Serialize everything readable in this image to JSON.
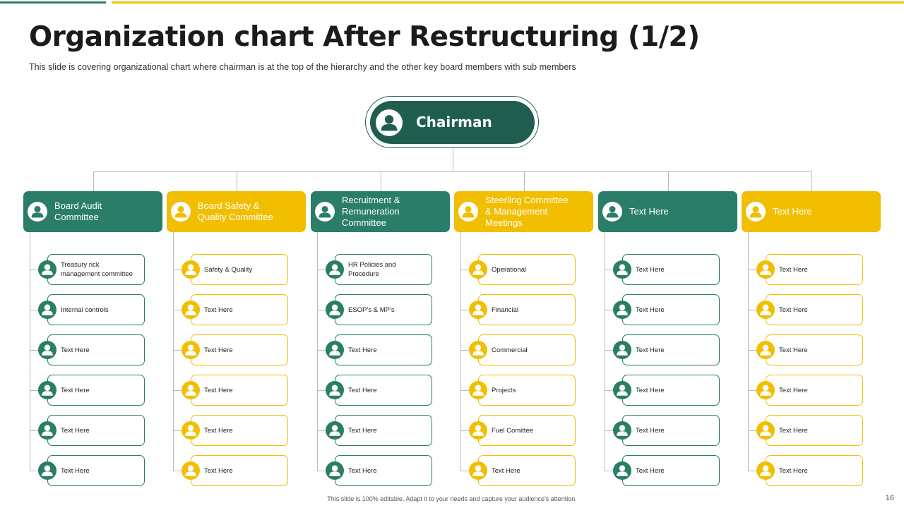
{
  "title": "Organization chart After Restructuring (1/2)",
  "subtitle": "This slide is covering organizational chart where chairman is at the top of the hierarchy and the other key board members with sub members",
  "chairman": {
    "label": "Chairman",
    "icon": "user-icon"
  },
  "colors": {
    "green": "#2a7d66",
    "dark_green": "#1f5e4e",
    "yellow": "#f2be00"
  },
  "committees": [
    {
      "label": "Board Audit\nCommittee",
      "color": "green",
      "items": [
        "Treasury rick\nmanagement committee",
        "Internal controls",
        "Text Here",
        "Text Here",
        "Text Here",
        "Text Here"
      ]
    },
    {
      "label": "Board Safety &\nQuality Committee",
      "color": "yellow",
      "items": [
        "Safety & Quality",
        "Text Here",
        "Text Here",
        "Text Here",
        "Text Here",
        "Text Here"
      ]
    },
    {
      "label": "Recruitment &\nRemuneration\nCommittee",
      "color": "green",
      "items": [
        "HR Policies and\nProcedure",
        "ESOP’s & MP’s",
        "Text Here",
        "Text Here",
        "Text Here",
        "Text Here"
      ]
    },
    {
      "label": "Steerling Committee\n& Management\nMeetings",
      "color": "yellow",
      "items": [
        "Operational",
        "Financial",
        "Commercial",
        "Projects",
        "Fuel Comittee",
        "Text Here"
      ]
    },
    {
      "label": "Text Here",
      "color": "green",
      "items": [
        "Text Here",
        "Text Here",
        "Text Here",
        "Text Here",
        "Text Here",
        "Text Here"
      ]
    },
    {
      "label": "Text Here",
      "color": "yellow",
      "items": [
        "Text Here",
        "Text Here",
        "Text Here",
        "Text Here",
        "Text Here",
        "Text Here"
      ]
    }
  ],
  "footer": "This slide is 100% editable. Adapt it to your needs and capture your audience's attention.",
  "page_number": "16"
}
